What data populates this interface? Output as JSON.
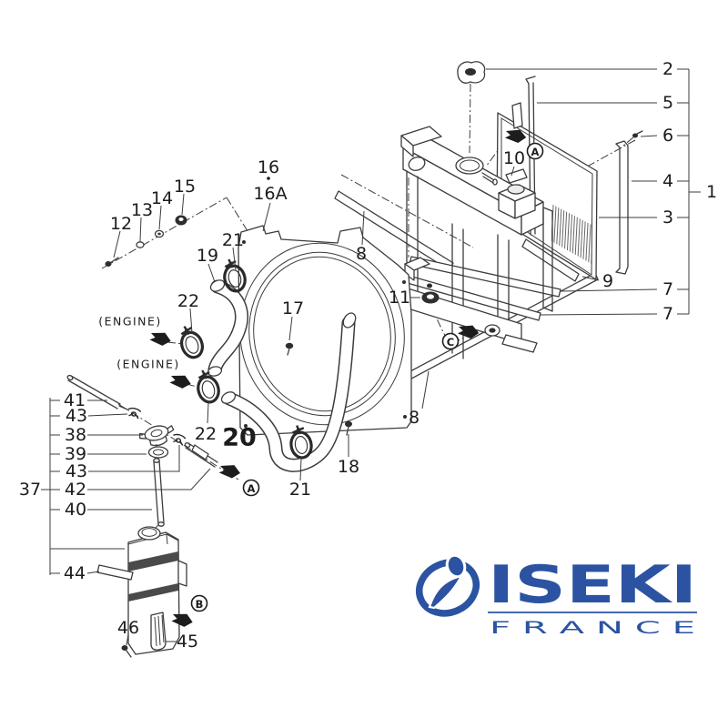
{
  "document": {
    "type": "exploded-parts-diagram",
    "subject": "radiator assembly",
    "background": "#ffffff"
  },
  "colors": {
    "line": "#3c3c3c",
    "label": "#1c1c1c",
    "highlight_blue": "#2b5ea7",
    "logo_blue": "#2b53a2",
    "dark_fill": "#2e2e2e"
  },
  "callouts": {
    "c1": "1",
    "c2": "2",
    "c3": "3",
    "c4": "4",
    "c5": "5",
    "c6": "6",
    "c7a": "7",
    "c7b": "7",
    "c8a": "8",
    "c8b": "8",
    "c9": "9",
    "c10": "10",
    "c11": "11",
    "c12": "12",
    "c13": "13",
    "c14": "14",
    "c15": "15",
    "c16": "16",
    "c16a": "16A",
    "c17": "17",
    "c18": "18",
    "c19": "19",
    "c20": "20",
    "c21a": "21",
    "c21b": "21",
    "c22a": "22",
    "c22b": "22",
    "c37": "37",
    "c38": "38",
    "c39": "39",
    "c40": "40",
    "c41": "41",
    "c42": "42",
    "c43a": "43",
    "c43b": "43",
    "c44": "44",
    "c45": "45",
    "c46": "46"
  },
  "assembly_refs": {
    "a1": "A",
    "c": "C",
    "a2": "A",
    "b": "B"
  },
  "engine_refs": {
    "e1": "(ENGINE)",
    "e2": "(ENGINE)"
  },
  "highlighted_part": {
    "label": "20",
    "color": "#2b5ea7"
  },
  "logo": {
    "brand": "ISEKI",
    "region": "F R A N C E"
  }
}
